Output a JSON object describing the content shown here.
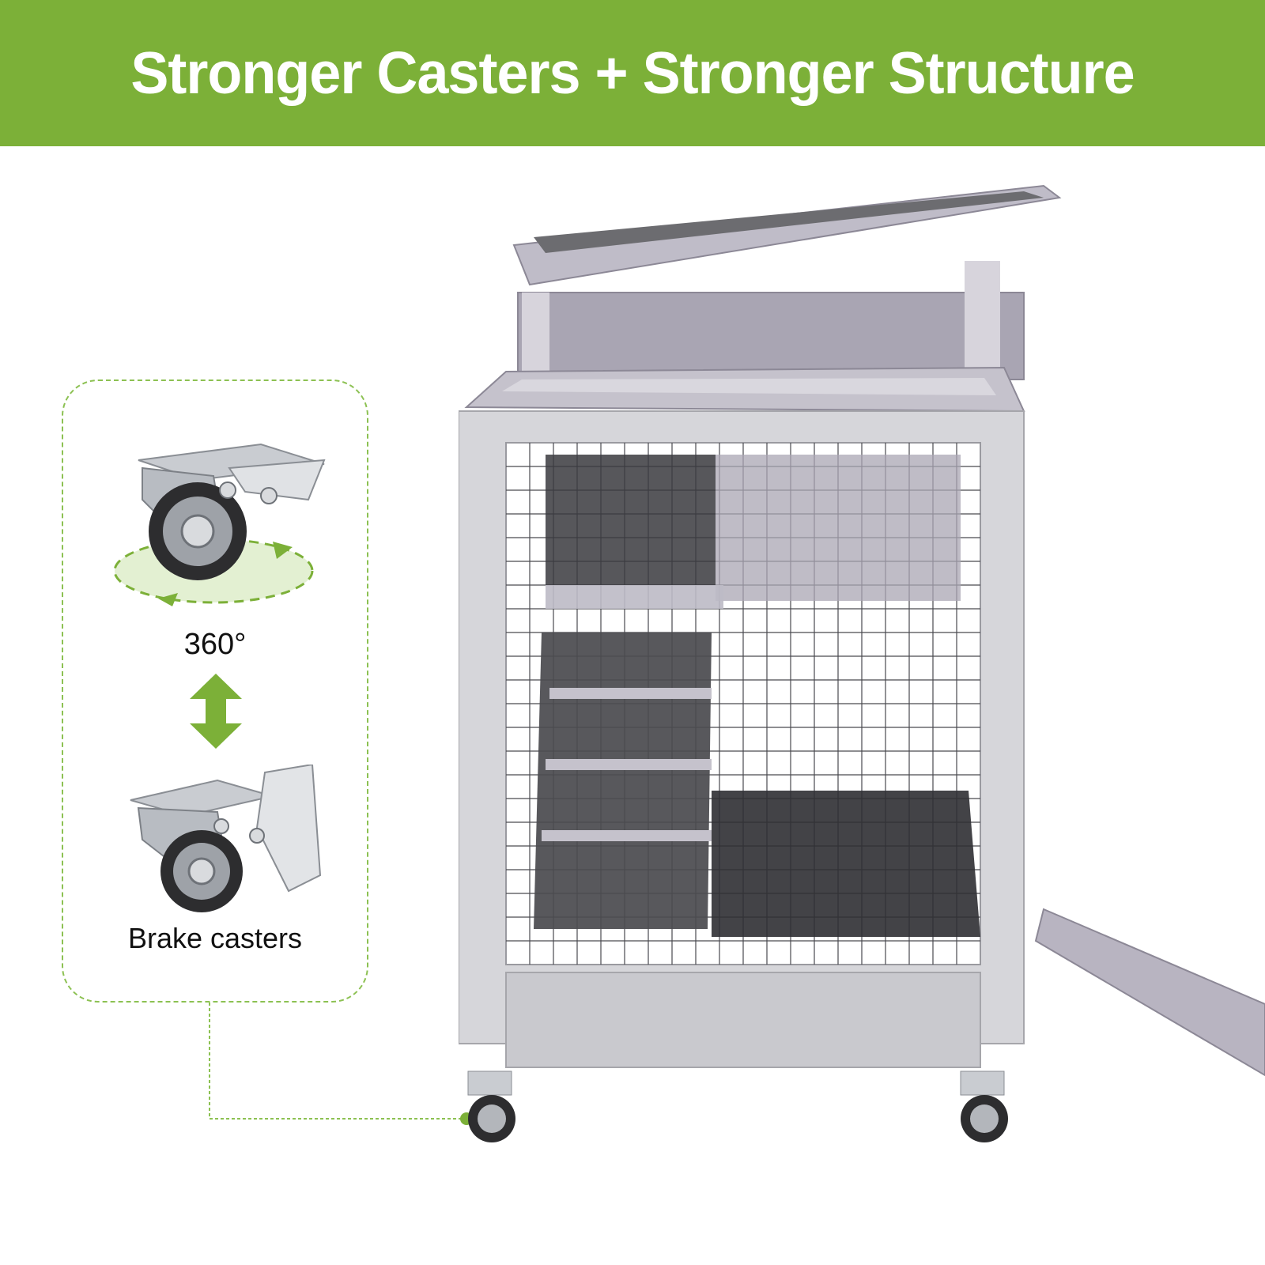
{
  "banner": {
    "title": "Stronger Casters + Stronger Structure",
    "color": "#7cb038"
  },
  "callout": {
    "rotation_label": "360°",
    "brake_label": "Brake casters",
    "accent_color": "#8cc152"
  },
  "icons": {
    "swivel": "swivel-caster-icon",
    "rotate": "rotate-arrows-icon",
    "swap": "double-arrow-icon",
    "brake": "brake-caster-icon",
    "product": "rabbit-hutch-on-wheels"
  }
}
